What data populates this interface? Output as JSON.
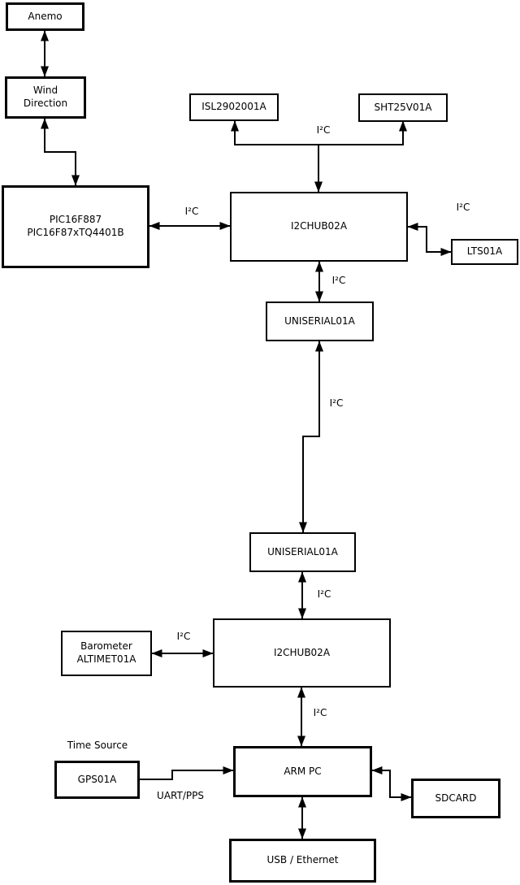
{
  "diagram": {
    "colors": {
      "line": "#000000",
      "background": "#ffffff",
      "box_fill": "#ffffff",
      "text": "#000000"
    },
    "boxes": {
      "anemo": {
        "label": "Anemo"
      },
      "wind_direction": {
        "label": "Wind\nDirection"
      },
      "pic": {
        "label": "PIC16F887\nPIC16F87xTQ4401B"
      },
      "isl": {
        "label": "ISL2902001A"
      },
      "sht": {
        "label": "SHT25V01A"
      },
      "i2chub_top": {
        "label": "I2CHUB02A"
      },
      "lts": {
        "label": "LTS01A"
      },
      "uniserial_top": {
        "label": "UNISERIAL01A"
      },
      "uniserial_bottom": {
        "label": "UNISERIAL01A"
      },
      "barometer": {
        "label": "Barometer\nALTIMET01A"
      },
      "i2chub_bottom": {
        "label": "I2CHUB02A"
      },
      "gps": {
        "label": "GPS01A"
      },
      "arm_pc": {
        "label": "ARM PC"
      },
      "sdcard": {
        "label": "SDCARD"
      },
      "usb_ethernet": {
        "label": "USB / Ethernet"
      }
    },
    "edge_labels": {
      "i2c": "I²C",
      "uart_pps": "UART/PPS",
      "time_source": "Time Source"
    },
    "connections": [
      {
        "from": "Anemo",
        "to": "Wind Direction",
        "arrows": "both",
        "label": ""
      },
      {
        "from": "Wind Direction",
        "to": "PIC16F887 PIC16F87xTQ4401B",
        "arrows": "both",
        "label": ""
      },
      {
        "from": "PIC16F887 PIC16F87xTQ4401B",
        "to": "I2CHUB02A (top)",
        "arrows": "both",
        "label": "I²C"
      },
      {
        "from": "I2CHUB02A (top)",
        "to": "ISL2902001A",
        "arrows": "both",
        "label": "I²C"
      },
      {
        "from": "I2CHUB02A (top)",
        "to": "SHT25V01A",
        "arrows": "both",
        "label": "I²C"
      },
      {
        "from": "I2CHUB02A (top)",
        "to": "LTS01A",
        "arrows": "both",
        "label": "I²C"
      },
      {
        "from": "I2CHUB02A (top)",
        "to": "UNISERIAL01A (upper)",
        "arrows": "both",
        "label": "I²C"
      },
      {
        "from": "UNISERIAL01A (upper)",
        "to": "UNISERIAL01A (lower)",
        "arrows": "both",
        "label": "I²C"
      },
      {
        "from": "UNISERIAL01A (lower)",
        "to": "I2CHUB02A (bottom)",
        "arrows": "both",
        "label": "I²C"
      },
      {
        "from": "Barometer ALTIMET01A",
        "to": "I2CHUB02A (bottom)",
        "arrows": "both",
        "label": "I²C"
      },
      {
        "from": "I2CHUB02A (bottom)",
        "to": "ARM PC",
        "arrows": "both",
        "label": "I²C"
      },
      {
        "from": "GPS01A",
        "to": "ARM PC",
        "arrows": "to",
        "label": "UART/PPS"
      },
      {
        "from": "ARM PC",
        "to": "SDCARD",
        "arrows": "both",
        "label": ""
      },
      {
        "from": "ARM PC",
        "to": "USB / Ethernet",
        "arrows": "both",
        "label": ""
      }
    ]
  }
}
